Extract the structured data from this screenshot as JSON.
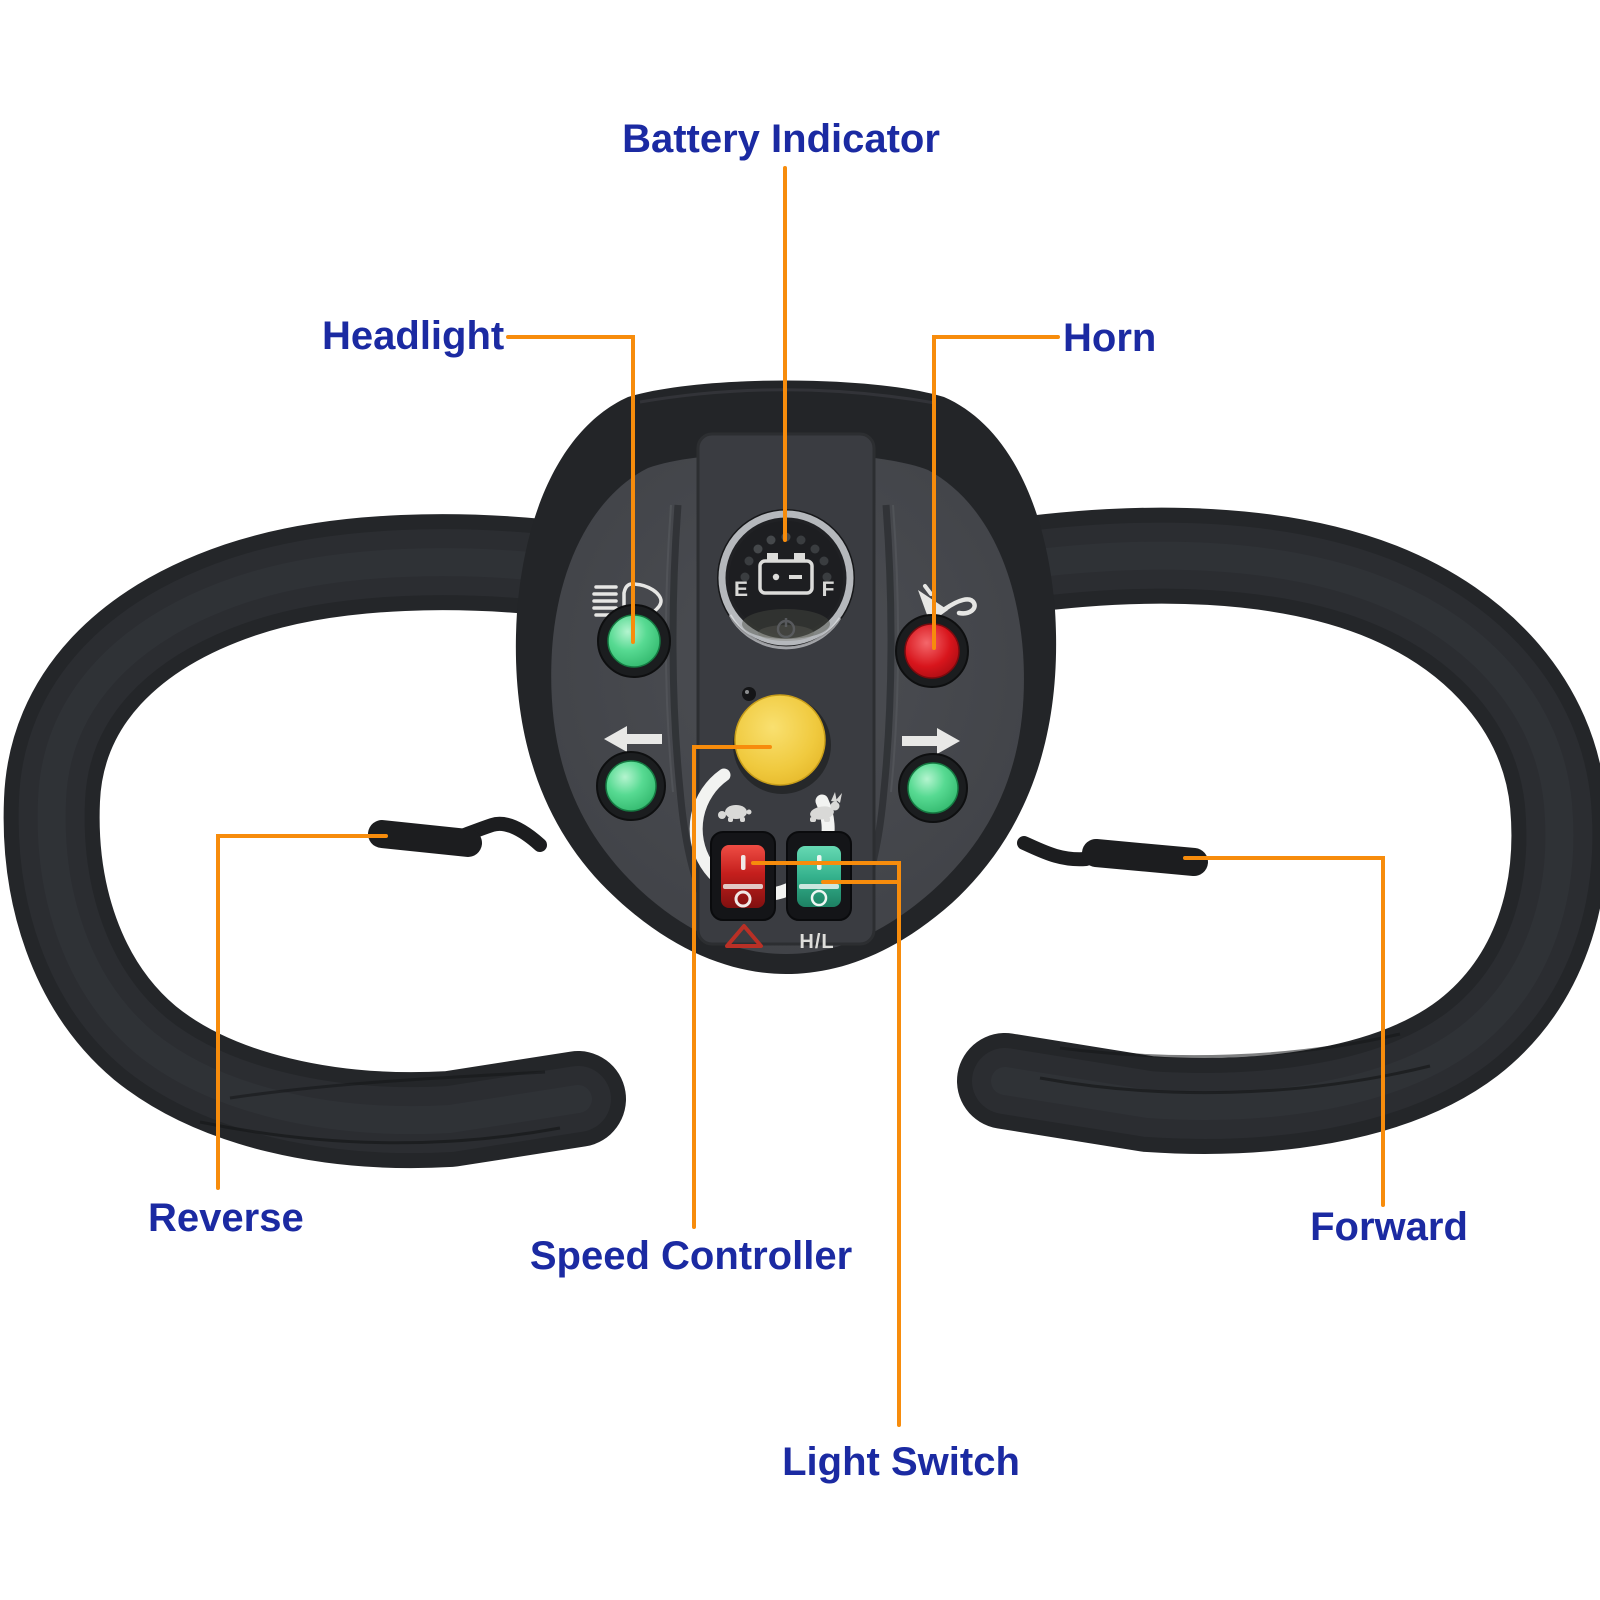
{
  "figure": {
    "subject": "mobility-scooter-tiller-control-panel-diagram",
    "callouts": {
      "battery_indicator": "Battery Indicator",
      "headlight": "Headlight",
      "horn": "Horn",
      "reverse": "Reverse",
      "speed_controller": "Speed Controller",
      "light_switch": "Light Switch",
      "forward": "Forward"
    },
    "panel_markings": {
      "gauge_empty_label": "E",
      "gauge_full_label": "F",
      "headlight_switch_label": "H/L"
    },
    "colors": {
      "label_text": "#1b2aa2",
      "callout_line": "#f78c0c",
      "panel_face": "#46484d",
      "panel_shell": "#232528",
      "handlebar": "#242629",
      "green_button": "#2fbd6e",
      "red_button": "#c9141a",
      "yellow_knob": "#eec23a",
      "red_rocker": "#cf2626",
      "teal_rocker": "#35b28d",
      "white_marking": "#e6e6e4"
    },
    "icons": [
      "battery-gauge-icon",
      "low-beam-headlight-icon",
      "horn-icon",
      "left-arrow-icon",
      "right-arrow-icon",
      "turtle-slow-icon",
      "rabbit-fast-icon",
      "warning-triangle-icon",
      "power-icon",
      "knob-pointer-icon"
    ]
  }
}
